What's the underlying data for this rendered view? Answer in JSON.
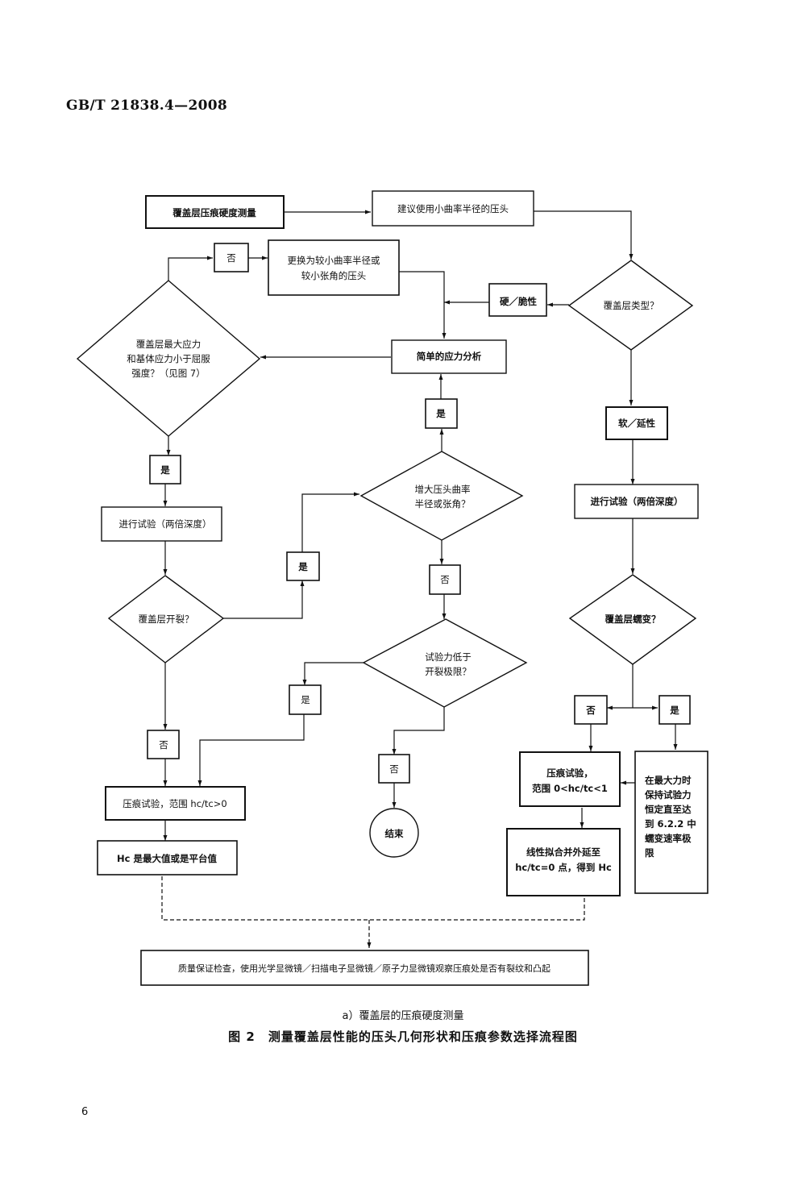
{
  "header": {
    "doc_id": "GB/T 21838.4—2008"
  },
  "nodes": {
    "start": "覆盖层压痕硬度测量",
    "suggest": "建议使用小曲率半径的压头",
    "coat_type": "覆盖层类型？",
    "hard": "硬／脆性",
    "soft": "软／延性",
    "replace_l1": "更换为较小曲率半径或",
    "replace_l2": "较小张角的压头",
    "no_top": "否",
    "stress_analysis": "简单的应力分析",
    "stress_q_l1": "覆盖层最大应力",
    "stress_q_l2": "和基体应力小于屈服",
    "stress_q_l3": "强度？（见图 7）",
    "yes_left": "是",
    "test_left": "进行试验（两倍深度）",
    "crack_q": "覆盖层开裂？",
    "yes_crack": "是",
    "no_crack": "否",
    "increase_q_l1": "增大压头曲率",
    "increase_q_l2": "半径或张角？",
    "yes_increase": "是",
    "no_increase": "否",
    "force_q_l1": "试验力低于",
    "force_q_l2": "开裂极限？",
    "yes_force": "是",
    "no_force": "否",
    "end": "结束",
    "indent_left": "压痕试验，范围 hc/tc>0",
    "hc_max": "Hc 是最大值或是平台值",
    "test_right": "进行试验（两倍深度）",
    "creep_q": "覆盖层蠕变？",
    "no_creep": "否",
    "yes_creep": "是",
    "indent_right_l1": "压痕试验，",
    "indent_right_l2": "范围 0<hc/tc<1",
    "fit_l1": "线性拟合并外延至",
    "fit_l2": "hc/tc=0 点，得到 Hc",
    "hold_l1": "在最大力时",
    "hold_l2": "保持试验力",
    "hold_l3": "恒定直至达",
    "hold_l4": "到 6.2.2 中",
    "hold_l5": "蠕变速率极",
    "hold_l6": "限",
    "qa": "质量保证检查，使用光学显微镜／扫描电子显微镜／原子力显微镜观察压痕处是否有裂纹和凸起"
  },
  "caption": {
    "sub": "a）覆盖层的压痕硬度测量",
    "main": "图 2　测量覆盖层性能的压头几何形状和压痕参数选择流程图"
  },
  "footer": {
    "page_number": "6"
  }
}
